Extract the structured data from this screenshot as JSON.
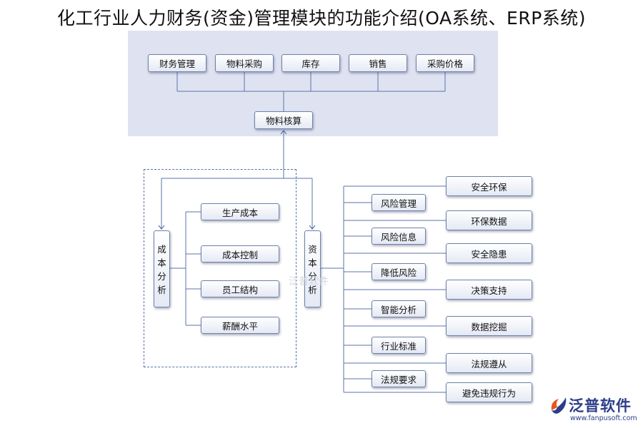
{
  "title": "化工行业人力财务(资金)管理模块的功能介绍(OA系统、ERP系统)",
  "top_modules": [
    "财务管理",
    "物料采购",
    "库存",
    "销售",
    "采购价格"
  ],
  "hub": "物料核算",
  "cost_analysis": {
    "label_chars": [
      "成",
      "本",
      "分",
      "析"
    ],
    "items": [
      "生产成本",
      "成本控制",
      "员工结构",
      "薪酬水平"
    ]
  },
  "capital_analysis": {
    "label_chars": [
      "资",
      "本",
      "分",
      "析"
    ],
    "left_items": [
      "风险管理",
      "风险信息",
      "降低风险",
      "智能分析",
      "行业标准",
      "法规要求"
    ],
    "right_items": [
      "安全环保",
      "环保数据",
      "安全隐患",
      "决策支持",
      "数据挖掘",
      "法规遵从",
      "避免违规行为"
    ]
  },
  "watermark": "泛普软件",
  "brand": {
    "name": "泛普软件",
    "url": "www.fanpusoft.com",
    "logo_icon": "fanpu-logo-icon",
    "colors": {
      "primary": "#2c3e88",
      "accent": "#e8541e"
    }
  },
  "colors": {
    "panel": "#dfe3f1",
    "line": "#5b73a8",
    "box_border": "#6f82a8"
  }
}
